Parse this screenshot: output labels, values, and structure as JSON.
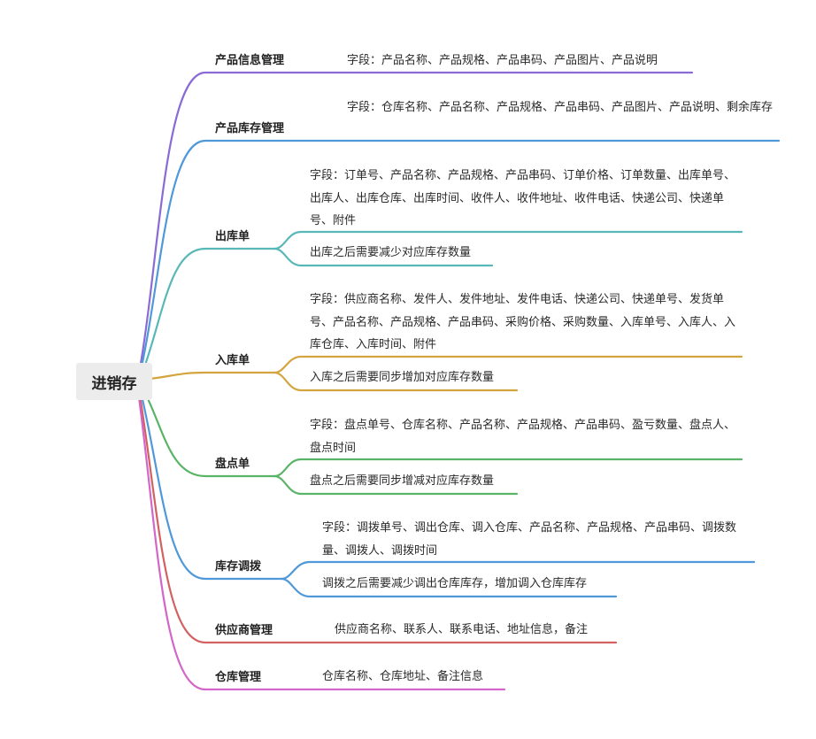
{
  "root": {
    "label": "进销存"
  },
  "colors": {
    "b1": "#8a6bd6",
    "b2": "#4f98d9",
    "b3": "#58b8b8",
    "b4": "#d4a43e",
    "b5": "#5ab467",
    "b6": "#4f98d9",
    "b7": "#d26161",
    "b8": "#d266c9"
  },
  "branches": [
    {
      "label": "产品信息管理",
      "children": [
        "字段：产品名称、产品规格、产品串码、产品图片、产品说明"
      ]
    },
    {
      "label": "产品库存管理",
      "children": [
        "字段：仓库名称、产品名称、产品规格、产品串码、产品图片、产品说明、剩余库存"
      ]
    },
    {
      "label": "出库单",
      "children": [
        "字段：订单号、产品名称、产品规格、产品串码、订单价格、订单数量、出库单号、出库人、出库仓库、出库时间、收件人、收件地址、收件电话、快递公司、快递单号、附件",
        "出库之后需要减少对应库存数量"
      ]
    },
    {
      "label": "入库单",
      "children": [
        "字段：供应商名称、发件人、发件地址、发件电话、快递公司、快递单号、发货单号、产品名称、产品规格、产品串码、采购价格、采购数量、入库单号、入库人、入库仓库、入库时间、附件",
        "入库之后需要同步增加对应库存数量"
      ]
    },
    {
      "label": "盘点单",
      "children": [
        "字段：盘点单号、仓库名称、产品名称、产品规格、产品串码、盈亏数量、盘点人、盘点时间",
        "盘点之后需要同步增减对应库存数量"
      ]
    },
    {
      "label": "库存调拨",
      "children": [
        "字段：调拨单号、调出仓库、调入仓库、产品名称、产品规格、产品串码、调拨数量、调拨人、调拨时间",
        "调拨之后需要减少调出仓库库存，增加调入仓库库存"
      ]
    },
    {
      "label": "供应商管理",
      "children": [
        "供应商名称、联系人、联系电话、地址信息，备注"
      ]
    },
    {
      "label": "仓库管理",
      "children": [
        "仓库名称、仓库地址、备注信息"
      ]
    }
  ]
}
